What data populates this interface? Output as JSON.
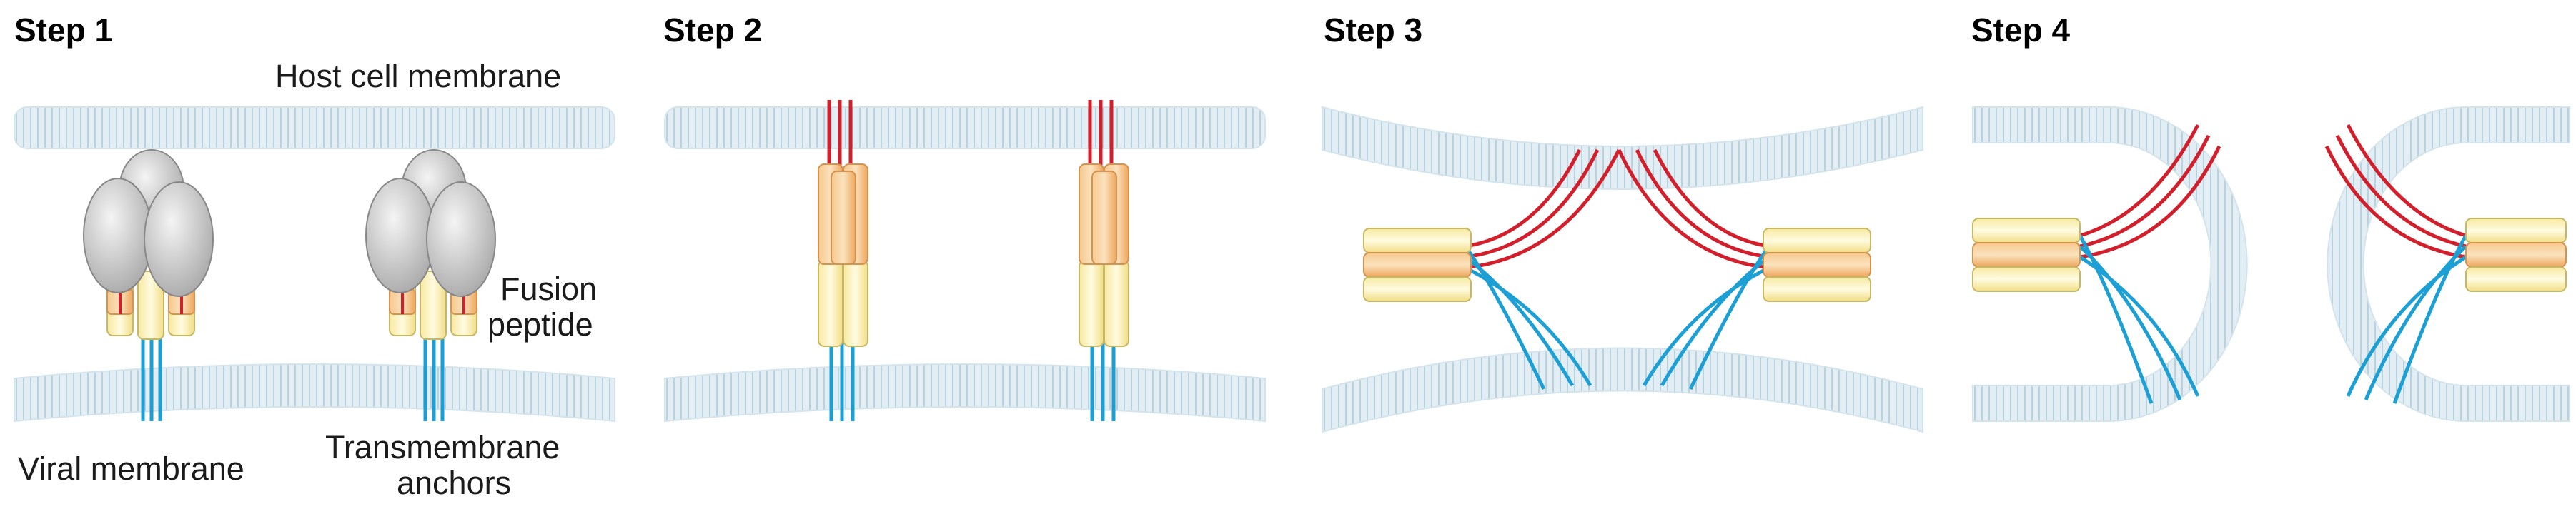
{
  "steps": [
    {
      "title": "Step 1"
    },
    {
      "title": "Step 2"
    },
    {
      "title": "Step 3"
    },
    {
      "title": "Step 4"
    }
  ],
  "labels": {
    "host_membrane": "Host cell membrane",
    "fusion_peptide_line1": "Fusion",
    "fusion_peptide_line2": "peptide",
    "viral_membrane": "Viral membrane",
    "transmembrane_line1": "Transmembrane",
    "transmembrane_line2": "anchors"
  },
  "colors": {
    "membrane": "#d9e8f0",
    "membrane_hatch": "#bed4e0",
    "fusion_peptide": "#d21f2b",
    "anchor": "#1b9fd4",
    "helix_outer": "#fbf0a8",
    "helix_inner": "#f3b261",
    "head_gray": "#c8c8c8"
  }
}
